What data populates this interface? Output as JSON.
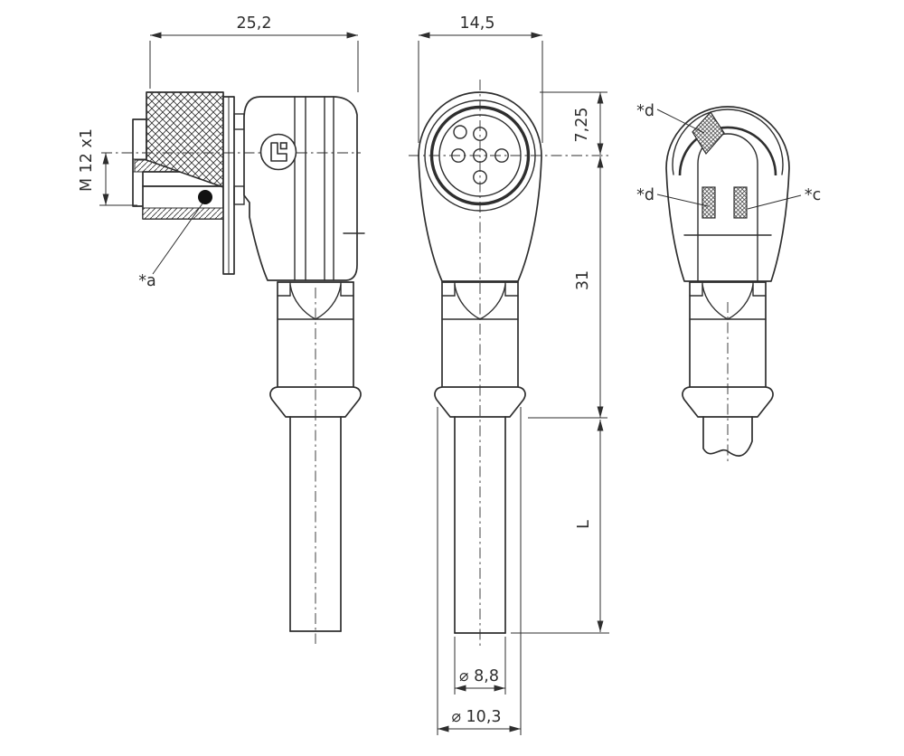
{
  "drawing": {
    "type": "technical-drawing-connector",
    "views": {
      "side": {
        "dim_overall_width": "25,2",
        "thread_label": "M 12 x1",
        "seal_label": "*a"
      },
      "front": {
        "dim_width": "14,5",
        "dim_face_offset": "7,25",
        "dim_body_length": "31",
        "dim_cable_length": "L",
        "dim_cable_diameter": "⌀ 8,8",
        "dim_grommet_diameter": "⌀ 10,3"
      },
      "rear": {
        "label_top": "*d",
        "label_left": "*d",
        "label_right": "*c"
      }
    },
    "colors": {
      "line": "#2e2e2e",
      "background": "#ffffff",
      "seal_dot": "#111111"
    }
  }
}
